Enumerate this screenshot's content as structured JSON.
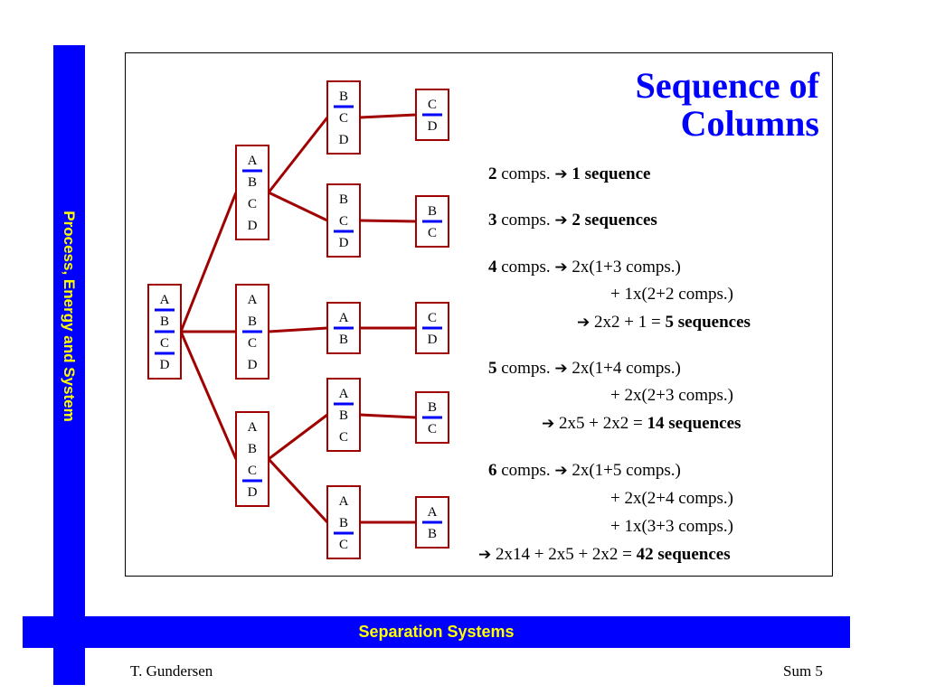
{
  "slide": {
    "title_line1": "Sequence of",
    "title_line2": "Columns",
    "sidebar_text": "Process, Energy and System",
    "footer_title": "Separation Systems",
    "author": "T. Gundersen",
    "page_label": "Sum  5"
  },
  "colors": {
    "bar": "#0000ff",
    "bar_text": "#ffff00",
    "connector": "#a00000",
    "split_mark": "#0000ff"
  },
  "arrow_glyph": "➔",
  "rules": [
    {
      "n": "2",
      "word": "comps.",
      "rhs": "1 sequence"
    },
    {
      "n": "3",
      "word": "comps.",
      "rhs": "2 sequences"
    },
    {
      "n": "4",
      "word": "comps.",
      "lines": [
        "2x(1+3 comps.)",
        "+ 1x(2+2 comps.)"
      ],
      "result_expr": "2x2 + 1 = ",
      "result_bold": "5 sequences"
    },
    {
      "n": "5",
      "word": "comps.",
      "lines": [
        "2x(1+4 comps.)",
        "+ 2x(2+3 comps.)"
      ],
      "result_expr": "2x5 + 2x2 = ",
      "result_bold": "14 sequences"
    },
    {
      "n": "6",
      "word": "comps.",
      "lines": [
        "2x(1+5 comps.)",
        "+ 2x(2+4 comps.)",
        "+ 1x(3+3 comps.)"
      ],
      "result_expr": "2x14 + 2x5 + 2x2 = ",
      "result_bold": "42 sequences"
    }
  ],
  "tree": {
    "boxes": [
      {
        "id": "root",
        "letters": [
          "A",
          "B",
          "C",
          "D"
        ],
        "splits": [
          1,
          2,
          3
        ]
      },
      {
        "id": "n1",
        "letters": [
          "A",
          "B",
          "C",
          "D"
        ],
        "splits": [
          1
        ]
      },
      {
        "id": "n2",
        "letters": [
          "A",
          "B",
          "C",
          "D"
        ],
        "splits": [
          2
        ]
      },
      {
        "id": "n3",
        "letters": [
          "A",
          "B",
          "C",
          "D"
        ],
        "splits": [
          3
        ]
      },
      {
        "id": "n1a",
        "letters": [
          "B",
          "C",
          "D"
        ],
        "splits": [
          1
        ]
      },
      {
        "id": "n1b",
        "letters": [
          "B",
          "C",
          "D"
        ],
        "splits": [
          2
        ]
      },
      {
        "id": "n2a",
        "letters": [
          "A",
          "B"
        ],
        "splits": [
          1
        ]
      },
      {
        "id": "n3a",
        "letters": [
          "A",
          "B",
          "C"
        ],
        "splits": [
          1
        ]
      },
      {
        "id": "n3b",
        "letters": [
          "A",
          "B",
          "C"
        ],
        "splits": [
          2
        ]
      },
      {
        "id": "l1",
        "letters": [
          "C",
          "D"
        ],
        "splits": [
          1
        ]
      },
      {
        "id": "l2",
        "letters": [
          "B",
          "C"
        ],
        "splits": [
          1
        ]
      },
      {
        "id": "l3",
        "letters": [
          "C",
          "D"
        ],
        "splits": [
          1
        ]
      },
      {
        "id": "l4",
        "letters": [
          "B",
          "C"
        ],
        "splits": [
          1
        ]
      },
      {
        "id": "l5",
        "letters": [
          "A",
          "B"
        ],
        "splits": [
          1
        ]
      }
    ],
    "edges": [
      [
        "root",
        "n1"
      ],
      [
        "root",
        "n2"
      ],
      [
        "root",
        "n3"
      ],
      [
        "n1",
        "n1a"
      ],
      [
        "n1",
        "n1b"
      ],
      [
        "n2",
        "n2a"
      ],
      [
        "n3",
        "n3a"
      ],
      [
        "n3",
        "n3b"
      ],
      [
        "n1a",
        "l1"
      ],
      [
        "n1b",
        "l2"
      ],
      [
        "n2a",
        "l3"
      ],
      [
        "n3a",
        "l4"
      ],
      [
        "n3b",
        "l5"
      ]
    ]
  }
}
